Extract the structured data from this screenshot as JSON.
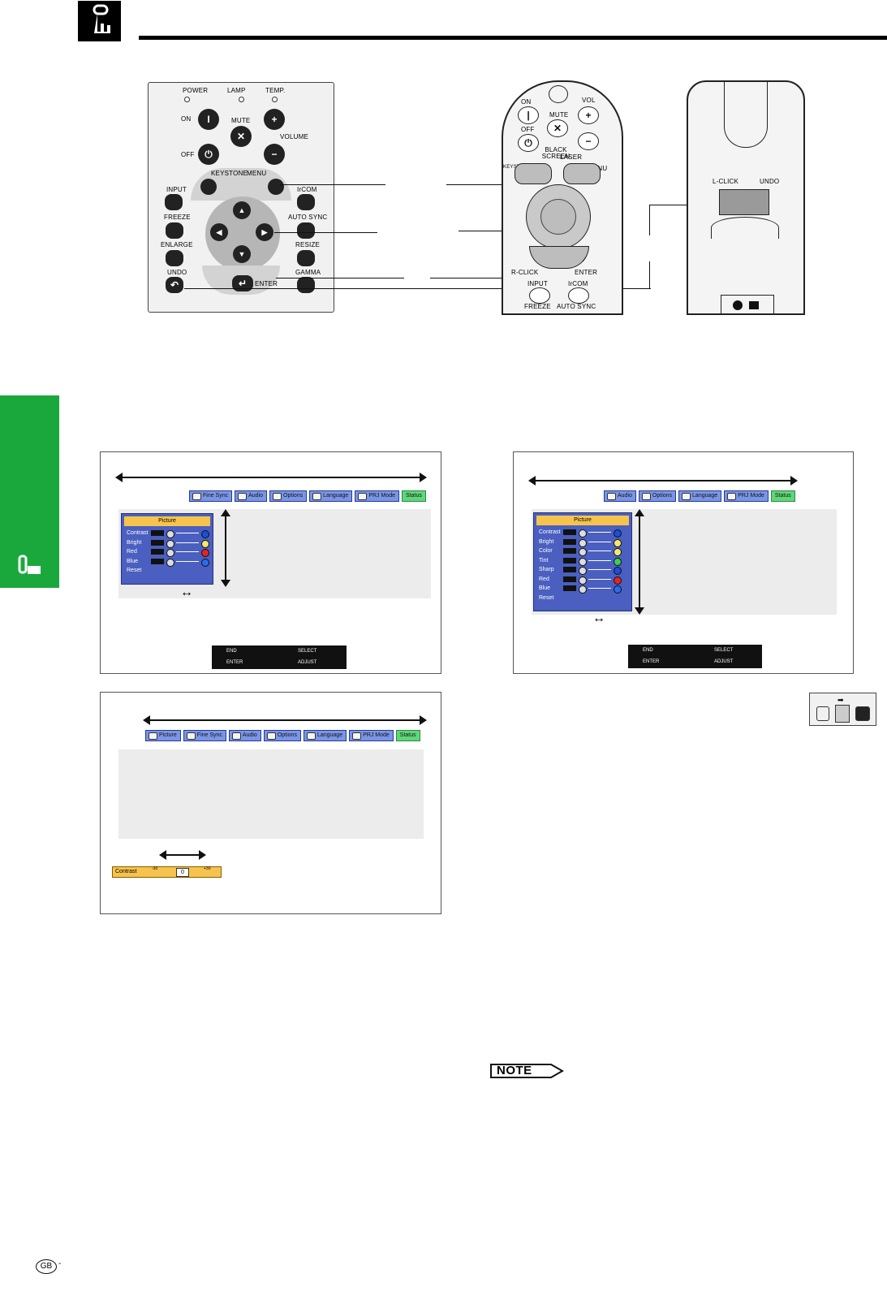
{
  "header": {
    "icon": "pointing-hand-icon"
  },
  "sidebar": {
    "color": "#1aa83c",
    "icon": "pointing-hand-icon"
  },
  "projector_panel": {
    "power_label": "POWER",
    "lamp_label": "LAMP",
    "temp_label": "TEMP.",
    "on_label": "ON",
    "off_label": "OFF",
    "mute_label": "MUTE",
    "volume_label": "VOLUME",
    "keystone_label": "KEYSTONE",
    "menu_label": "MENU",
    "input_label": "INPUT",
    "ircom_label": "IrCOM",
    "freeze_label": "FREEZE",
    "autosync_label": "AUTO SYNC",
    "enlarge_label": "ENLARGE",
    "resize_label": "RESIZE",
    "undo_label": "UNDO",
    "gamma_label": "GAMMA",
    "enter_label": "ENTER"
  },
  "remote": {
    "on_label": "ON",
    "off_label": "OFF",
    "mute_label": "MUTE",
    "vol_label": "VOL",
    "black_screen_label": "BLACK SCREEN",
    "laser_label": "LASER",
    "keystone_label": "KEYSTONE",
    "menu_label": "MENU",
    "rclick_label": "R-CLICK",
    "enter_label": "ENTER",
    "input_label": "INPUT",
    "freeze_label": "FREEZE",
    "ircom_label": "IrCOM",
    "autosync_label": "AUTO SYNC"
  },
  "remote_back": {
    "lclick_label": "L-CLICK",
    "undo_label": "UNDO"
  },
  "screen1": {
    "tabs": [
      "Fine Sync",
      "Audio",
      "Options",
      "Language",
      "PRJ Mode",
      "Status"
    ],
    "menu_title": "Picture",
    "rows": [
      {
        "label": "Contrast",
        "color": "#1a4fd6"
      },
      {
        "label": "Bright",
        "color": "#f5e86a"
      },
      {
        "label": "Red",
        "color": "#e82222"
      },
      {
        "label": "Blue",
        "color": "#2a6cf0"
      }
    ],
    "reset": "Reset",
    "guide": {
      "end": "END",
      "select": "SELECT",
      "enter": "ENTER",
      "adjust": "ADJUST"
    }
  },
  "screen2": {
    "tabs": [
      "Audio",
      "Options",
      "Language",
      "PRJ Mode",
      "Status"
    ],
    "menu_title": "Picture",
    "rows": [
      {
        "label": "Contrast",
        "color": "#1a4fd6"
      },
      {
        "label": "Bright",
        "color": "#f5e86a"
      },
      {
        "label": "Color",
        "color": "#f5e86a"
      },
      {
        "label": "Tint",
        "color": "#3dcc5a"
      },
      {
        "label": "Sharp",
        "color": "#1a4fd6"
      },
      {
        "label": "Red",
        "color": "#e82222"
      },
      {
        "label": "Blue",
        "color": "#2a6cf0"
      }
    ],
    "reset": "Reset",
    "guide": {
      "end": "END",
      "select": "SELECT",
      "enter": "ENTER",
      "adjust": "ADJUST"
    }
  },
  "screen3": {
    "tabs": [
      "Picture",
      "Fine Sync",
      "Audio",
      "Options",
      "Language",
      "PRJ Mode",
      "Status"
    ],
    "bar_label": "Contrast",
    "bar_min": "-30",
    "bar_max": "+30",
    "bar_value": "0"
  },
  "note_label": "NOTE",
  "footer": {
    "badge": "GB",
    "suffix": "-"
  }
}
